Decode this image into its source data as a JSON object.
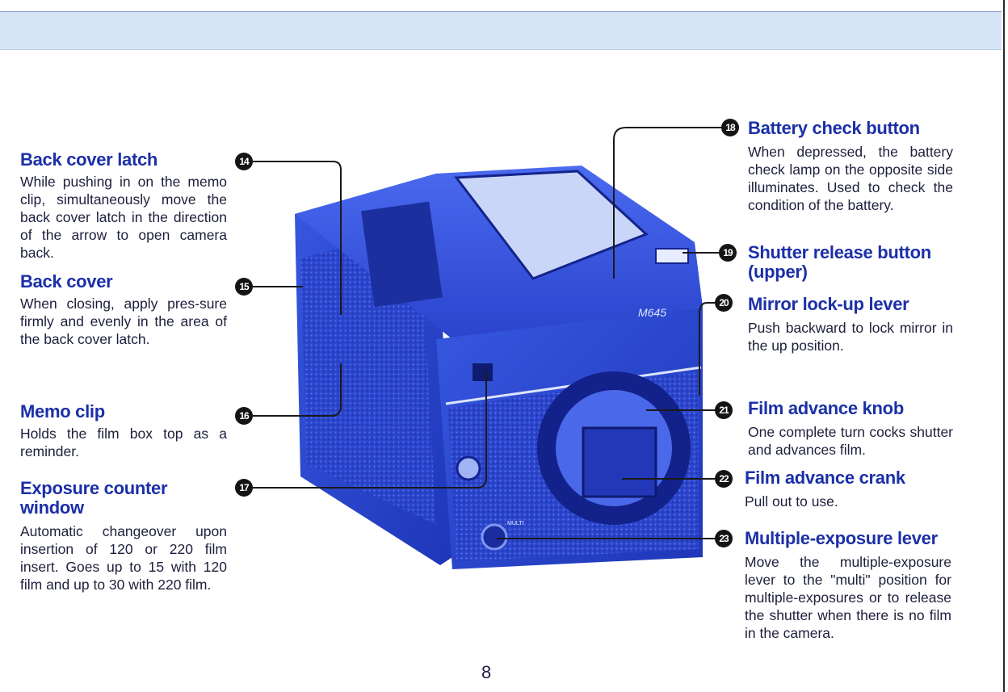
{
  "page_number": "8",
  "callouts": [
    {
      "num": "14",
      "title": "Back cover latch",
      "text": "While pushing in on the memo clip, simultaneously move the back cover latch in the direction of the arrow to open camera back."
    },
    {
      "num": "15",
      "title": "Back cover",
      "text": "When closing, apply pres-sure firmly and evenly in the area of the back cover latch."
    },
    {
      "num": "16",
      "title": "Memo clip",
      "text": "Holds the film box top as a reminder."
    },
    {
      "num": "17",
      "title": "Exposure counter window",
      "text": "Automatic changeover upon insertion of 120 or 220 film insert. Goes up to 15 with 120 film and up to 30 with 220 film."
    },
    {
      "num": "18",
      "title": "Battery check button",
      "text": "When depressed, the battery check lamp on the opposite side illuminates. Used to check the condition of the battery."
    },
    {
      "num": "19",
      "title": "Shutter release button (upper)",
      "text": ""
    },
    {
      "num": "20",
      "title": "Mirror lock-up lever",
      "text": "Push backward to lock mirror in the up position."
    },
    {
      "num": "21",
      "title": "Film advance knob",
      "text": "One complete turn cocks shutter and advances film."
    },
    {
      "num": "22",
      "title": "Film advance crank",
      "text": "Pull out to use."
    },
    {
      "num": "23",
      "title": "Multiple-exposure lever",
      "text": "Move the multiple-exposure lever to the \"multi\" position for multiple-exposures or to release the shutter when there is no film in the camera."
    }
  ],
  "camera": {
    "model_label": "M645",
    "multi_label": "MULTI"
  },
  "colors": {
    "camera_blue": "#2b49d6",
    "title_blue": "#1b2fa8",
    "band": "#d6e4f6"
  }
}
